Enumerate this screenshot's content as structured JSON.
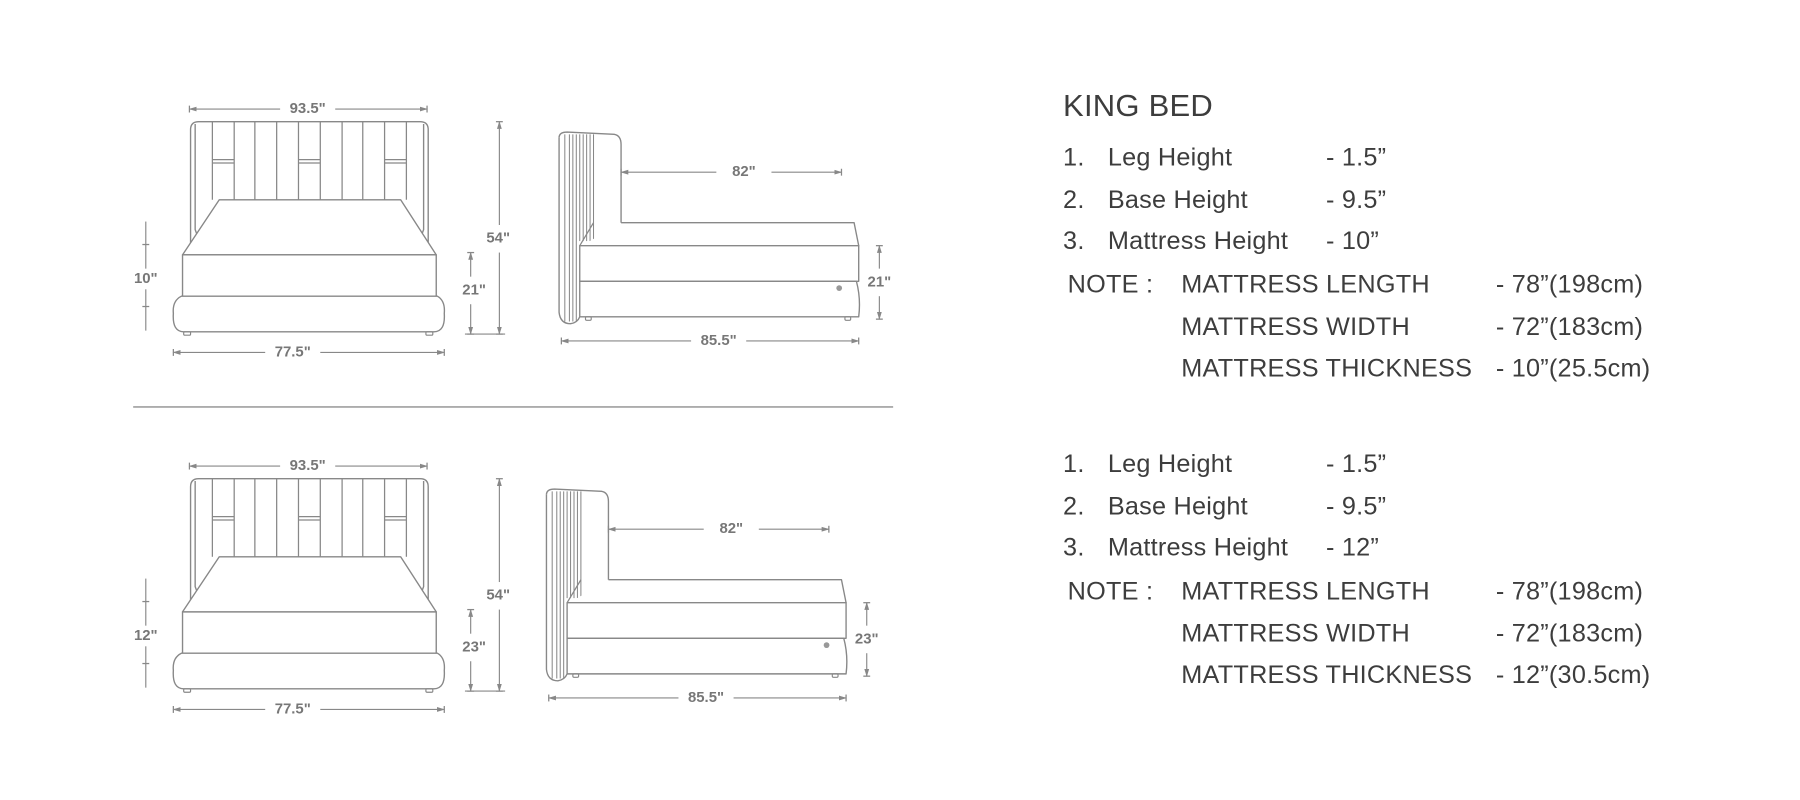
{
  "specs": [
    {
      "title": "KING BED",
      "items": [
        {
          "num": "1.",
          "label": "Leg Height",
          "value": "- 1.5”"
        },
        {
          "num": "2.",
          "label": "Base Height",
          "value": "- 9.5”"
        },
        {
          "num": "3.",
          "label": "Mattress Height",
          "value": "- 10”"
        }
      ],
      "note": {
        "label": "NOTE :",
        "rows": [
          {
            "label": "MATTRESS LENGTH",
            "value": "- 78”(198cm)"
          },
          {
            "label": "MATTRESS WIDTH",
            "value": "- 72”(183cm)"
          },
          {
            "label": "MATTRESS THICKNESS",
            "value": "- 10”(25.5cm)"
          }
        ]
      }
    },
    {
      "title": "",
      "items": [
        {
          "num": "1.",
          "label": "Leg Height",
          "value": "- 1.5”"
        },
        {
          "num": "2.",
          "label": "Base Height",
          "value": "- 9.5”"
        },
        {
          "num": "3.",
          "label": "Mattress Height",
          "value": "- 12”"
        }
      ],
      "note": {
        "label": "NOTE :",
        "rows": [
          {
            "label": "MATTRESS LENGTH",
            "value": "- 78”(198cm)"
          },
          {
            "label": "MATTRESS WIDTH",
            "value": "- 72”(183cm)"
          },
          {
            "label": "MATTRESS THICKNESS",
            "value": "- 12”(30.5cm)"
          }
        ]
      }
    }
  ],
  "drawings": [
    {
      "front": {
        "headboard_width": "93.5\"",
        "mattress": "10\"",
        "base_height": "21\"",
        "total_height": "54\"",
        "base_width": "77.5\""
      },
      "side": {
        "inner_length": "82\"",
        "base_height": "21\"",
        "total_length": "85.5\""
      }
    },
    {
      "front": {
        "headboard_width": "93.5\"",
        "mattress": "12\"",
        "base_height": "23\"",
        "total_height": "54\"",
        "base_width": "77.5\""
      },
      "side": {
        "inner_length": "82\"",
        "base_height": "23\"",
        "total_length": "85.5\""
      }
    }
  ],
  "colors": {
    "line": "#888888",
    "text": "#3d3d3d",
    "dimension_text": "#777777"
  }
}
